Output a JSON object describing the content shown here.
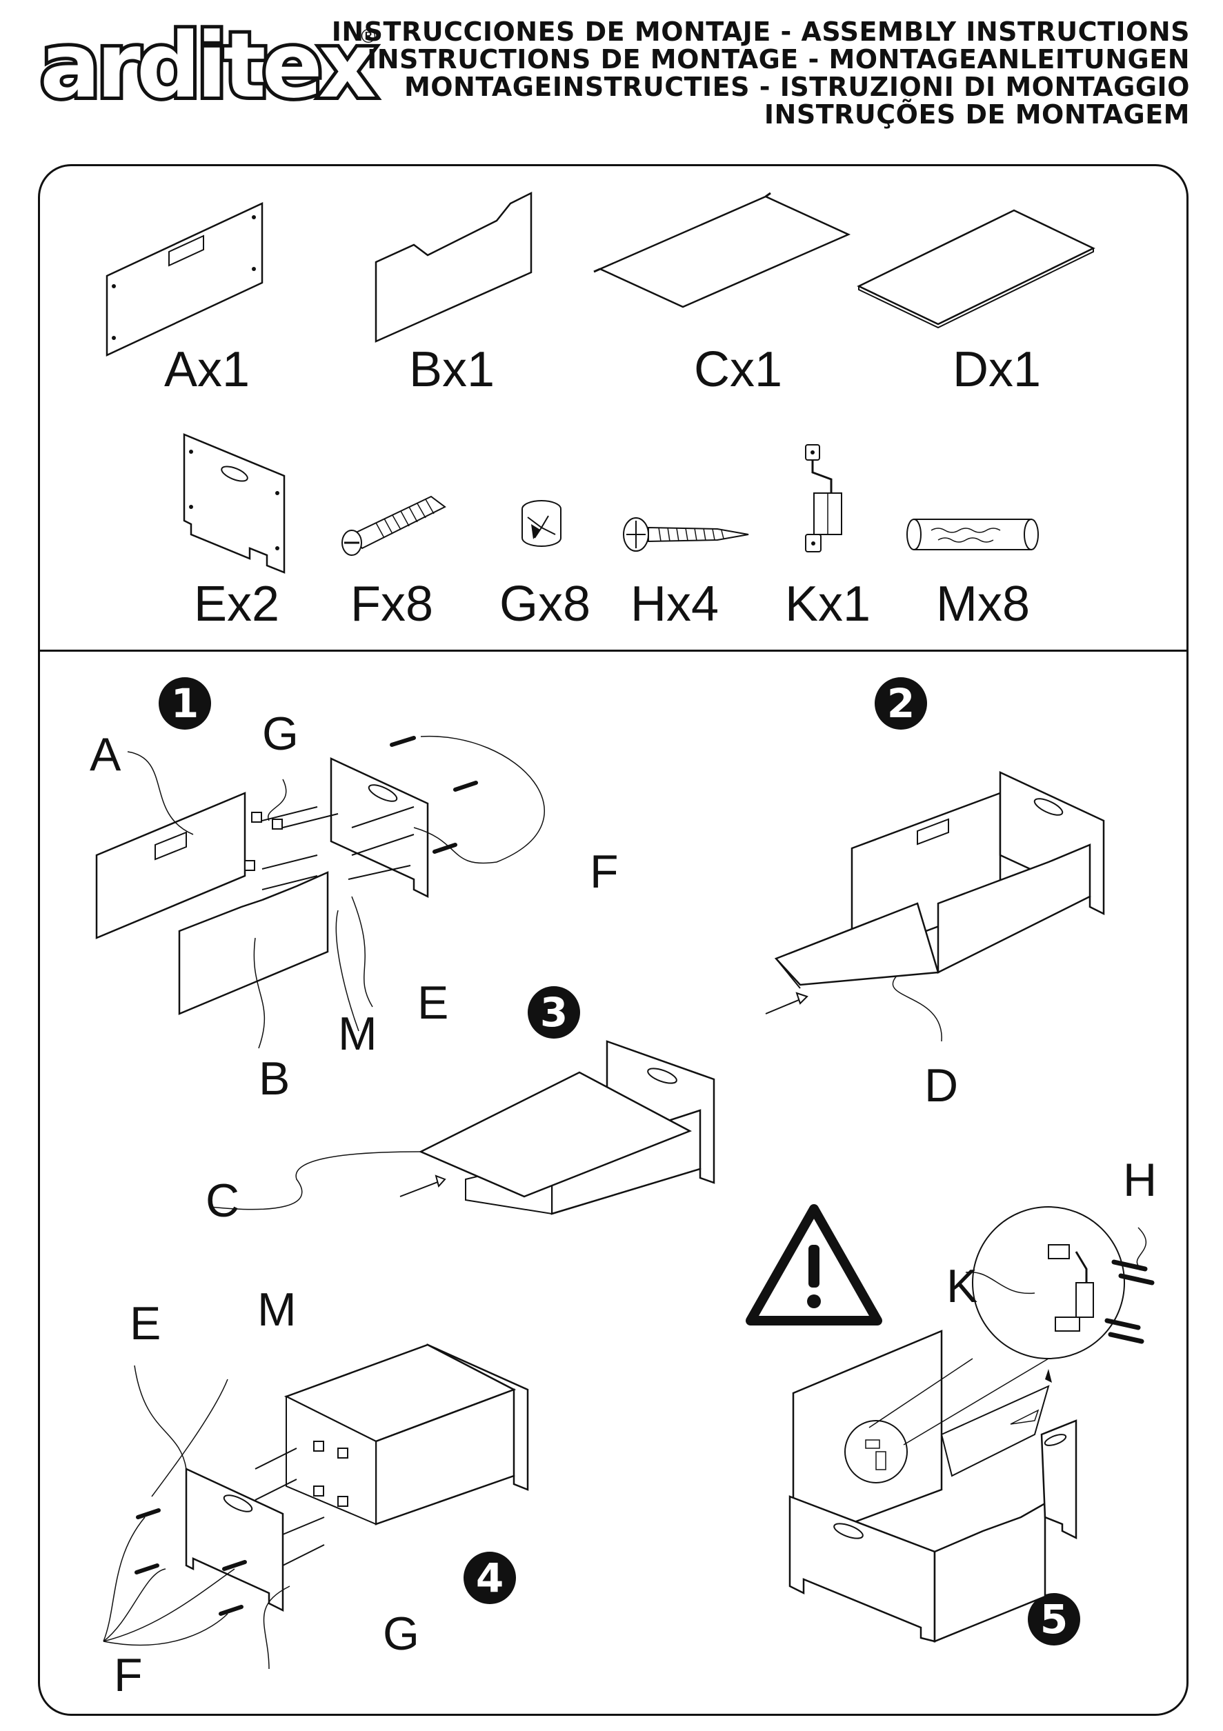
{
  "brand": {
    "logo_text": "arditex",
    "registered": "®"
  },
  "title_lines": [
    "INSTRUCCIONES DE MONTAJE - ASSEMBLY INSTRUCTIONS",
    "INSTRUCTIONS DE MONTAGE - MONTAGEANLEITUNGEN",
    "MONTAGEINSTRUCTIES - ISTRUZIONI DI MONTAGGIO",
    "INSTRUÇÕES DE MONTAGEM"
  ],
  "parts": [
    {
      "label": "Ax1",
      "icon": "back-panel-icon"
    },
    {
      "label": "Bx1",
      "icon": "front-panel-icon"
    },
    {
      "label": "Cx1",
      "icon": "lid-panel-icon"
    },
    {
      "label": "Dx1",
      "icon": "bottom-panel-icon"
    },
    {
      "label": "Ex2",
      "icon": "side-panel-icon"
    },
    {
      "label": "Fx8",
      "icon": "cam-bolt-icon"
    },
    {
      "label": "Gx8",
      "icon": "cam-lock-icon"
    },
    {
      "label": "Hx4",
      "icon": "screw-icon"
    },
    {
      "label": "Kx1",
      "icon": "hinge-icon"
    },
    {
      "label": "Mx8",
      "icon": "wood-dowel-icon"
    }
  ],
  "steps": [
    {
      "number": "1",
      "callouts": [
        "A",
        "G",
        "F",
        "E",
        "M",
        "B"
      ]
    },
    {
      "number": "2",
      "callouts": [
        "D"
      ]
    },
    {
      "number": "3",
      "callouts": [
        "C"
      ]
    },
    {
      "number": "4",
      "callouts": [
        "E",
        "M",
        "G",
        "F"
      ]
    },
    {
      "number": "5",
      "callouts": [
        "H",
        "K"
      ],
      "icon": "warning-triangle-icon"
    }
  ]
}
